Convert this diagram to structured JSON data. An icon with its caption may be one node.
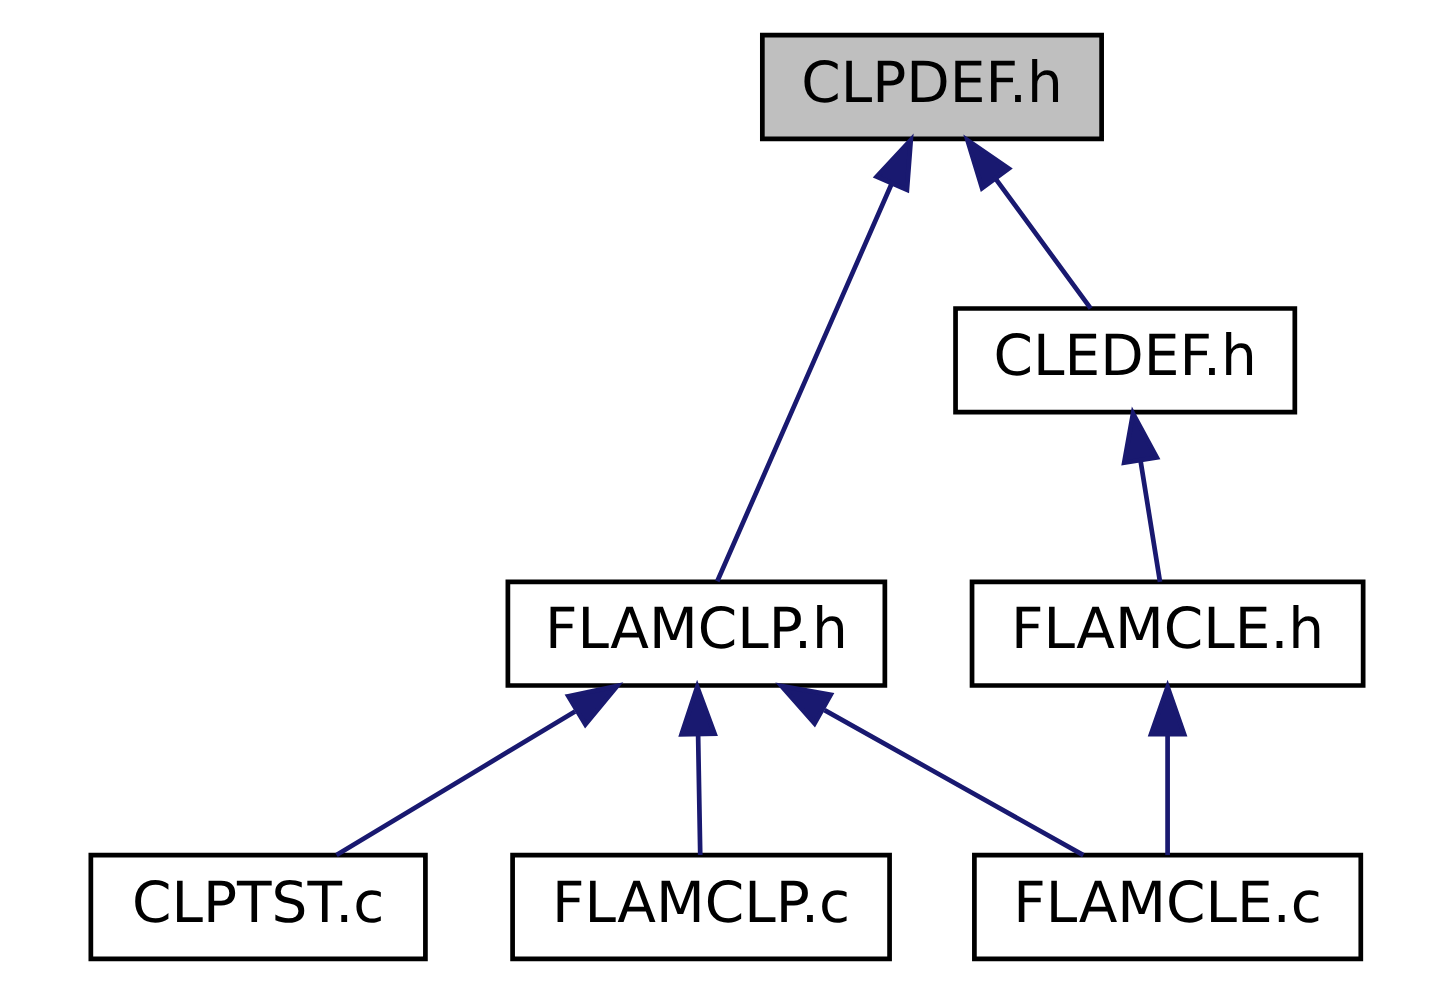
{
  "diagram": {
    "nodes": [
      {
        "text": [
          "CLPDEF.h"
        ]
      },
      {
        "text": [
          "CLEDEF.h"
        ]
      },
      {
        "text": [
          "FLAMCLP.h"
        ]
      },
      {
        "text": [
          "FLAMCLE.h"
        ]
      },
      {
        "text": [
          "CLPTST.c"
        ]
      },
      {
        "text": [
          "FLAMCLP.c"
        ]
      },
      {
        "text": [
          "FLAMCLE.c"
        ]
      }
    ],
    "edges": [
      {
        "from": 1,
        "to": 0,
        "arrow": "to"
      },
      {
        "from": 2,
        "to": 0,
        "arrow": "to"
      },
      {
        "from": 3,
        "to": 1,
        "arrow": "to"
      },
      {
        "from": 6,
        "to": 3,
        "arrow": "to"
      },
      {
        "from": 6,
        "to": 2,
        "arrow": "to"
      },
      {
        "from": 4,
        "to": 2,
        "arrow": "to"
      },
      {
        "from": 5,
        "to": 2,
        "arrow": "to"
      }
    ]
  }
}
